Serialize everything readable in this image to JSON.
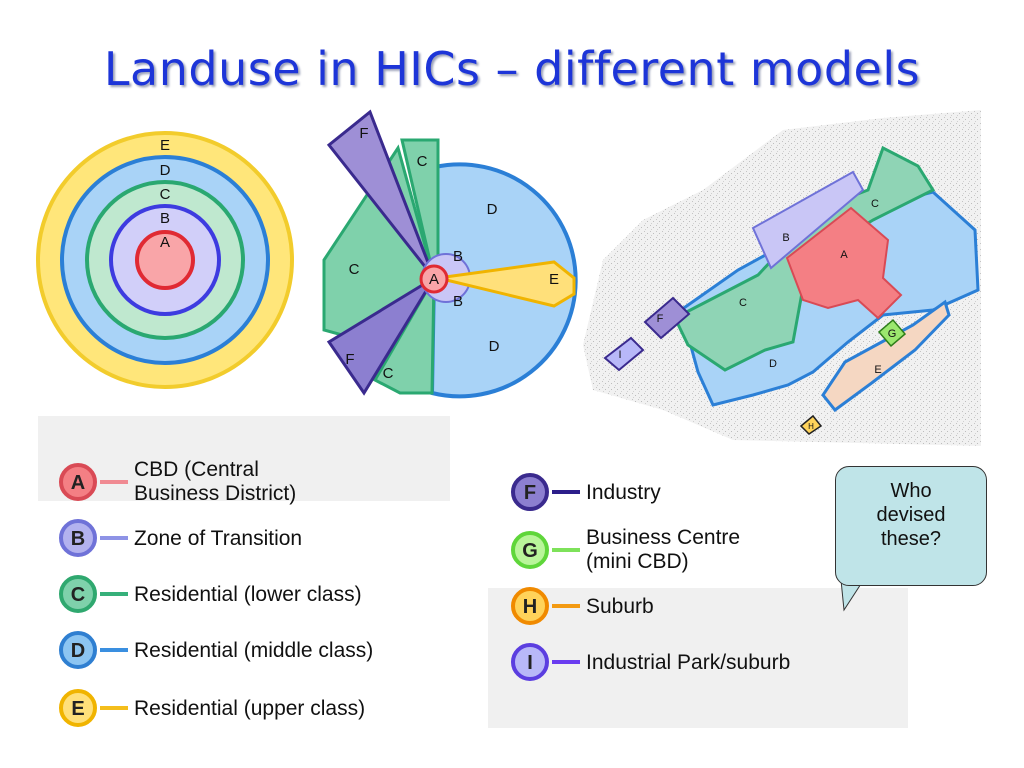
{
  "title": "Landuse in HICs – different models",
  "concentric_model": {
    "labels": [
      "E",
      "D",
      "C",
      "B",
      "A"
    ]
  },
  "sector_model": {
    "labels": {
      "f_top": "F",
      "c_top": "C",
      "d_top": "D",
      "c_left": "C",
      "a": "A",
      "b_top": "B",
      "b_bottom": "B",
      "e": "E",
      "d_bottom": "D",
      "f_bottom": "F",
      "c_bottom": "C"
    }
  },
  "multiple_nuclei_model": {
    "labels": {
      "c_top": "C",
      "b": "B",
      "a": "A",
      "c_left": "C",
      "f": "F",
      "i": "I",
      "d": "D",
      "g": "G",
      "e": "E",
      "h": "H"
    }
  },
  "legend": {
    "items": [
      {
        "letter": "A",
        "text_lines": [
          "CBD (Central",
          "Business District)"
        ],
        "fill": "#f47f84",
        "stroke": "#d94a55",
        "line": "#f08a92"
      },
      {
        "letter": "B",
        "text_lines": [
          "Zone of Transition"
        ],
        "fill": "#b3b2ef",
        "stroke": "#6f72d8",
        "line": "#8e93e6"
      },
      {
        "letter": "C",
        "text_lines": [
          "Residential (lower class)"
        ],
        "fill": "#7fd1ab",
        "stroke": "#2fa86f",
        "line": "#36b07a"
      },
      {
        "letter": "D",
        "text_lines": [
          "Residential (middle class)"
        ],
        "fill": "#8cc5f2",
        "stroke": "#2f7fd1",
        "line": "#3a8fe0"
      },
      {
        "letter": "E",
        "text_lines": [
          "Residential (upper class)"
        ],
        "fill": "#ffe07a",
        "stroke": "#f0b400",
        "line": "#f4be1c"
      },
      {
        "letter": "F",
        "text_lines": [
          "Industry"
        ],
        "fill": "#8c7fd0",
        "stroke": "#3a2a8e",
        "line": "#2c1e8a"
      },
      {
        "letter": "G",
        "text_lines": [
          "Business Centre",
          "(mini CBD)"
        ],
        "fill": "#b9f59a",
        "stroke": "#5fd63a",
        "line": "#7ee25a"
      },
      {
        "letter": "H",
        "text_lines": [
          "Suburb"
        ],
        "fill": "#ffd35a",
        "stroke": "#f08a00",
        "line": "#f39a12"
      },
      {
        "letter": "I",
        "text_lines": [
          "Industrial Park/suburb"
        ],
        "fill": "#b8b8f8",
        "stroke": "#5b3ee0",
        "line": "#6a3cf0"
      }
    ]
  },
  "callout": {
    "lines": [
      "Who",
      "devised",
      "these?"
    ]
  }
}
